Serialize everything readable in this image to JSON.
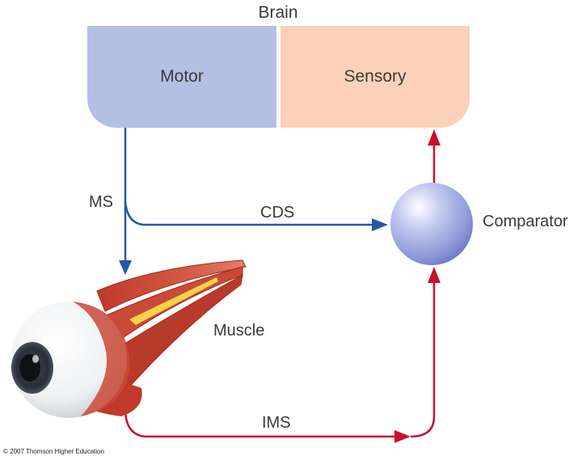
{
  "brain": {
    "title": "Brain",
    "motor_label": "Motor",
    "sensory_label": "Sensory"
  },
  "signals": {
    "ms_label": "MS",
    "cds_label": "CDS",
    "ims_label": "IMS"
  },
  "comparator": {
    "label": "Comparator"
  },
  "muscle": {
    "label": "Muscle"
  },
  "copyright": "© 2007 Thomson Higher Education",
  "colors": {
    "motor": "#b4bfe4",
    "sensory": "#fbd2b9",
    "efferent_arrow": "#2458a6",
    "afferent_arrow": "#c8102e",
    "comparator": "#8d98d8"
  }
}
